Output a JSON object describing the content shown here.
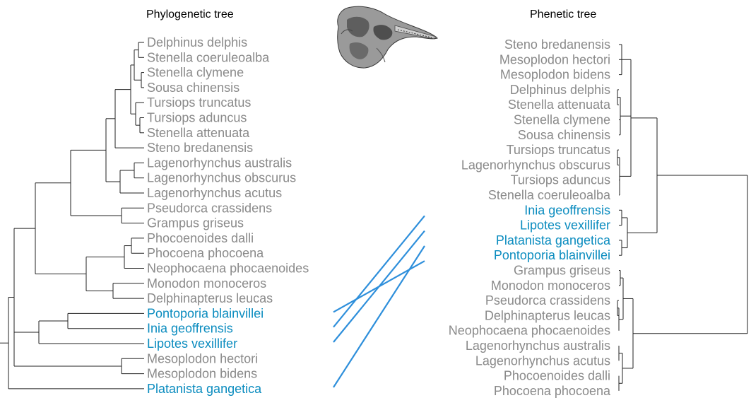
{
  "titles": {
    "left": "Phylogenetic tree",
    "right": "Phenetic tree"
  },
  "colors": {
    "other_taxa": "#8a8a8a",
    "highlighted_taxa": "#0b8cbf",
    "connector": "#2e8fdb",
    "branch": "#222222"
  },
  "skull_image": {
    "depicts": "cetacean skull"
  },
  "left_tree": {
    "taxa": [
      {
        "name": "Delphinus delphis",
        "highlight": false
      },
      {
        "name": "Stenella coeruleoalba",
        "highlight": false
      },
      {
        "name": "Stenella clymene",
        "highlight": false
      },
      {
        "name": "Sousa chinensis",
        "highlight": false
      },
      {
        "name": "Tursiops truncatus",
        "highlight": false
      },
      {
        "name": "Tursiops aduncus",
        "highlight": false
      },
      {
        "name": "Stenella attenuata",
        "highlight": false
      },
      {
        "name": "Steno bredanensis",
        "highlight": false
      },
      {
        "name": "Lagenorhynchus australis",
        "highlight": false
      },
      {
        "name": "Lagenorhynchus obscurus",
        "highlight": false
      },
      {
        "name": "Lagenorhynchus acutus",
        "highlight": false
      },
      {
        "name": "Pseudorca crassidens",
        "highlight": false
      },
      {
        "name": "Grampus griseus",
        "highlight": false
      },
      {
        "name": "Phocoenoides dalli",
        "highlight": false
      },
      {
        "name": "Phocoena phocoena",
        "highlight": false
      },
      {
        "name": "Neophocaena phocaenoides",
        "highlight": false
      },
      {
        "name": "Monodon monoceros",
        "highlight": false
      },
      {
        "name": "Delphinapterus leucas",
        "highlight": false
      },
      {
        "name": "Pontoporia blainvillei",
        "highlight": true
      },
      {
        "name": "Inia geoffrensis",
        "highlight": true
      },
      {
        "name": "Lipotes vexillifer",
        "highlight": true
      },
      {
        "name": "Mesoplodon hectori",
        "highlight": false
      },
      {
        "name": "Mesoplodon bidens",
        "highlight": false
      },
      {
        "name": "Platanista gangetica",
        "highlight": true
      }
    ]
  },
  "right_tree": {
    "taxa": [
      {
        "name": "Steno bredanensis",
        "highlight": false
      },
      {
        "name": "Mesoplodon hectori",
        "highlight": false
      },
      {
        "name": "Mesoplodon bidens",
        "highlight": false
      },
      {
        "name": "Delphinus delphis",
        "highlight": false
      },
      {
        "name": "Stenella attenuata",
        "highlight": false
      },
      {
        "name": "Stenella clymene",
        "highlight": false
      },
      {
        "name": "Sousa chinensis",
        "highlight": false
      },
      {
        "name": "Tursiops truncatus",
        "highlight": false
      },
      {
        "name": "Lagenorhynchus obscurus",
        "highlight": false
      },
      {
        "name": "Tursiops aduncus",
        "highlight": false
      },
      {
        "name": "Stenella coeruleoalba",
        "highlight": false
      },
      {
        "name": "Inia geoffrensis",
        "highlight": true
      },
      {
        "name": "Lipotes vexillifer",
        "highlight": true
      },
      {
        "name": "Platanista gangetica",
        "highlight": true
      },
      {
        "name": "Pontoporia blainvillei",
        "highlight": true
      },
      {
        "name": "Grampus griseus",
        "highlight": false
      },
      {
        "name": "Monodon monoceros",
        "highlight": false
      },
      {
        "name": "Pseudorca crassidens",
        "highlight": false
      },
      {
        "name": "Delphinapterus leucas",
        "highlight": false
      },
      {
        "name": "Neophocaena phocaenoides",
        "highlight": false
      },
      {
        "name": "Lagenorhynchus australis",
        "highlight": false
      },
      {
        "name": "Lagenorhynchus acutus",
        "highlight": false
      },
      {
        "name": "Phocoenoides dalli",
        "highlight": false
      },
      {
        "name": "Phocoena phocoena",
        "highlight": false
      }
    ]
  },
  "connections": [
    {
      "left": "Pontoporia blainvillei",
      "right": "Pontoporia blainvillei"
    },
    {
      "left": "Inia geoffrensis",
      "right": "Inia geoffrensis"
    },
    {
      "left": "Lipotes vexillifer",
      "right": "Lipotes vexillifer"
    },
    {
      "left": "Platanista gangetica",
      "right": "Platanista gangetica"
    }
  ]
}
